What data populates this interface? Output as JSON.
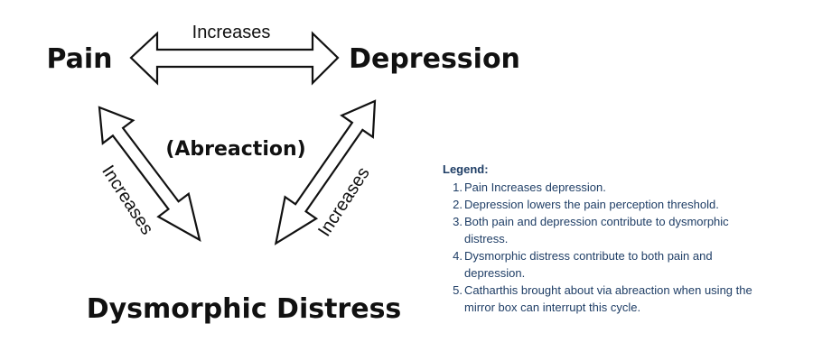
{
  "nodes": {
    "pain": "Pain",
    "depression": "Depression",
    "distress": "Dysmorphic Distress",
    "center": "(Abreaction)"
  },
  "edges": {
    "pain_depression": "Increases",
    "pain_distress": "Increases",
    "depression_distress": "Increases"
  },
  "legend": {
    "title": "Legend:",
    "items": [
      {
        "num": "1.",
        "text": "Pain Increases depression."
      },
      {
        "num": "2.",
        "text": "Depression lowers the pain perception threshold."
      },
      {
        "num": "3.",
        "text": "Both pain and depression contribute to dysmorphic distress."
      },
      {
        "num": "4.",
        "text": "Dysmorphic distress contribute to both pain and depression."
      },
      {
        "num": "5.",
        "text": "Catharthis brought about via abreaction when using the mirror box can interrupt this cycle."
      }
    ],
    "color": "#1f3e66"
  }
}
